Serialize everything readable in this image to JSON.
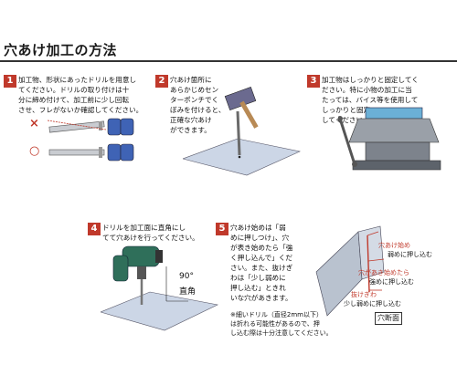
{
  "page": {
    "title": "穴あけ加工の方法"
  },
  "steps": [
    {
      "number": "1",
      "text": "加工物、形状にあったドリルを用意し\nてください。ドリルの取り付けは十\n分に締め付けて、加工前に少し回転\nさせ、フレがないか確認してください。"
    },
    {
      "number": "2",
      "text": "穴あけ箇所に\nあらかじめセン\nターポンチでく\nぼみを付けると、\n正確な穴あけ\nができます。"
    },
    {
      "number": "3",
      "text": "加工物はしっかりと固定してく\nださい。特に小物の加工に当\nたっては、バイス等を使用して\nしっかりと固定\nしてください。"
    },
    {
      "number": "4",
      "text": "ドリルを加工面に直角にし\nてて穴あけを行ってください。"
    },
    {
      "number": "5",
      "text": "穴あけ始めは「弱\nめに押しつけ」、穴\nが表き始めたら「強\nく押し込んで」くだ\nさい。また、抜けぎ\nわは「少し弱めに\n押し込む」ときれ\nいな穴があきます。"
    }
  ],
  "marks": {
    "wrong": "×",
    "right": "○"
  },
  "step4_labels": {
    "angle": "90°",
    "right_angle": "直角"
  },
  "step5_labels": {
    "start": "穴あけ始め",
    "start_note": "弱めに押し込む",
    "mid": "穴があき始めたら",
    "mid_note": "強めに押し込む",
    "end": "抜けぎわ",
    "end_note": "少し弱めに押し込む",
    "section": "穴断面"
  },
  "footnote": "※細いドリル（直径2mm以下）\nは折れる可能性があるので、押\nし込む際は十分注意してください。"
}
